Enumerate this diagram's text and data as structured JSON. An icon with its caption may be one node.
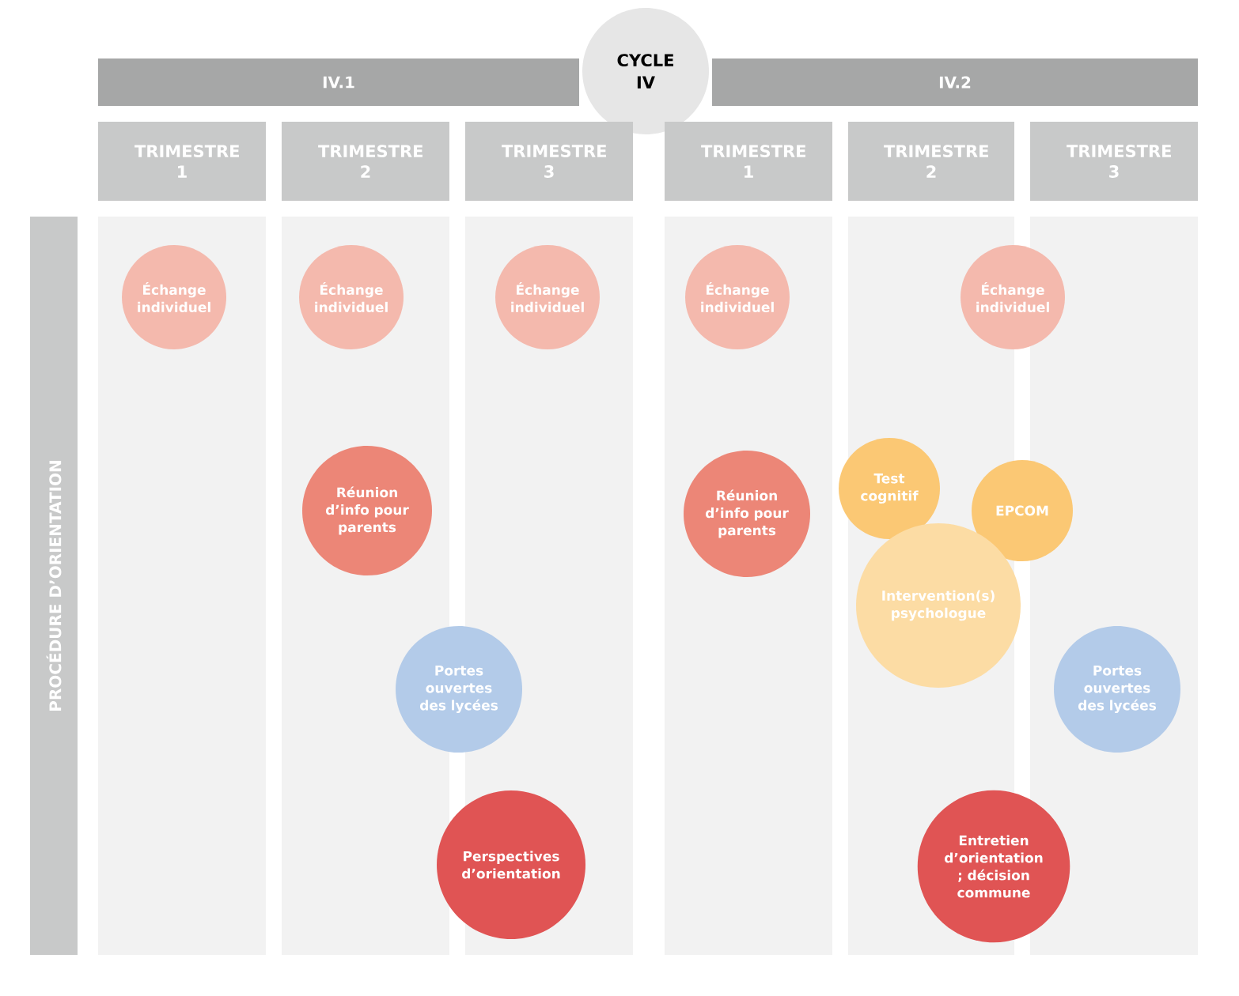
{
  "diagram": {
    "nodes": [
      {
        "text": [
          "CYCLE IV"
        ]
      },
      {
        "text": [
          "IV.1"
        ]
      },
      {
        "text": [
          "IV.2"
        ]
      },
      {
        "text": [
          "TRIMESTRE 1"
        ]
      },
      {
        "text": [
          "TRIMESTRE 2"
        ]
      },
      {
        "text": [
          "TRIMESTRE 3"
        ]
      },
      {
        "text": [
          "TRIMESTRE 1"
        ]
      },
      {
        "text": [
          "TRIMESTRE 2"
        ]
      },
      {
        "text": [
          "TRIMESTRE 3"
        ]
      },
      {
        "text": [
          "PROCÉDURE D’ORIENTATION"
        ]
      },
      {
        "text": [
          "Échange individuel"
        ]
      },
      {
        "text": [
          "Échange individuel"
        ]
      },
      {
        "text": [
          "Échange individuel"
        ]
      },
      {
        "text": [
          "Échange individuel"
        ]
      },
      {
        "text": [
          "Échange individuel"
        ]
      },
      {
        "text": [
          "Réunion d’info pour parents"
        ]
      },
      {
        "text": [
          "Réunion d’info pour parents"
        ]
      },
      {
        "text": [
          "Test cognitif"
        ]
      },
      {
        "text": [
          "EPCOM"
        ]
      },
      {
        "text": [
          "Intervention(s) psychologue"
        ]
      },
      {
        "text": [
          "Portes ouvertes des lycées"
        ]
      },
      {
        "text": [
          "Portes ouvertes des lycées"
        ]
      },
      {
        "text": [
          "Perspectives d’orientation"
        ]
      },
      {
        "text": [
          "Entretien d’orientation ; décision commune"
        ]
      }
    ]
  }
}
